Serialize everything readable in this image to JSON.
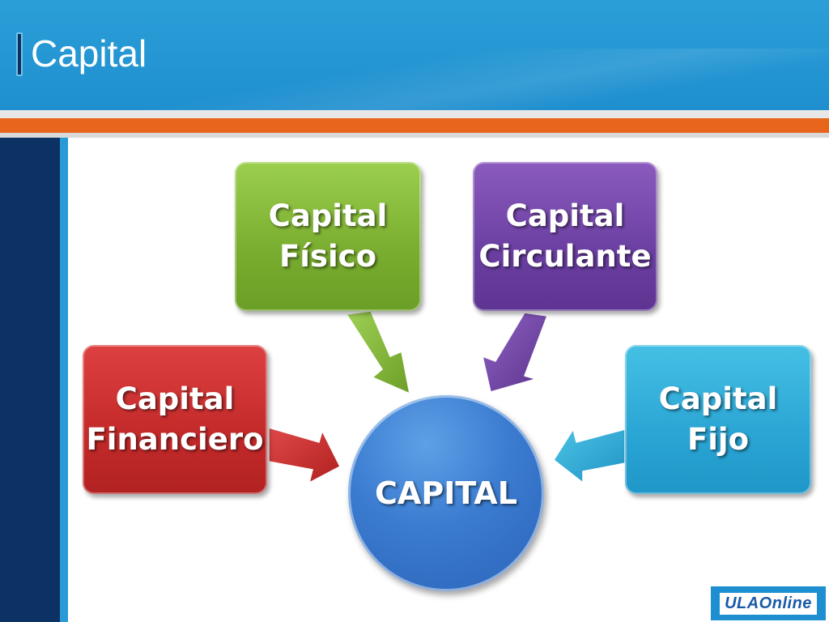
{
  "slide": {
    "title": "Capital"
  },
  "diagram": {
    "center": {
      "label": "CAPITAL",
      "color": "#3a7bd0"
    },
    "nodes": [
      {
        "id": "fisico",
        "label": "Capital\nFísico",
        "color": "#79ad2f"
      },
      {
        "id": "circulante",
        "label": "Capital\nCirculante",
        "color": "#6b3fa2"
      },
      {
        "id": "financiero",
        "label": "Capital\nFinanciero",
        "color": "#c42a2a"
      },
      {
        "id": "fijo",
        "label": "Capital\nFijo",
        "color": "#2aa5d4"
      }
    ]
  },
  "branding": {
    "logo_text": "ULAOnline",
    "accent_orange": "#e8651c",
    "header_blue": "#2b9fd8",
    "navy": "#0b3262"
  }
}
